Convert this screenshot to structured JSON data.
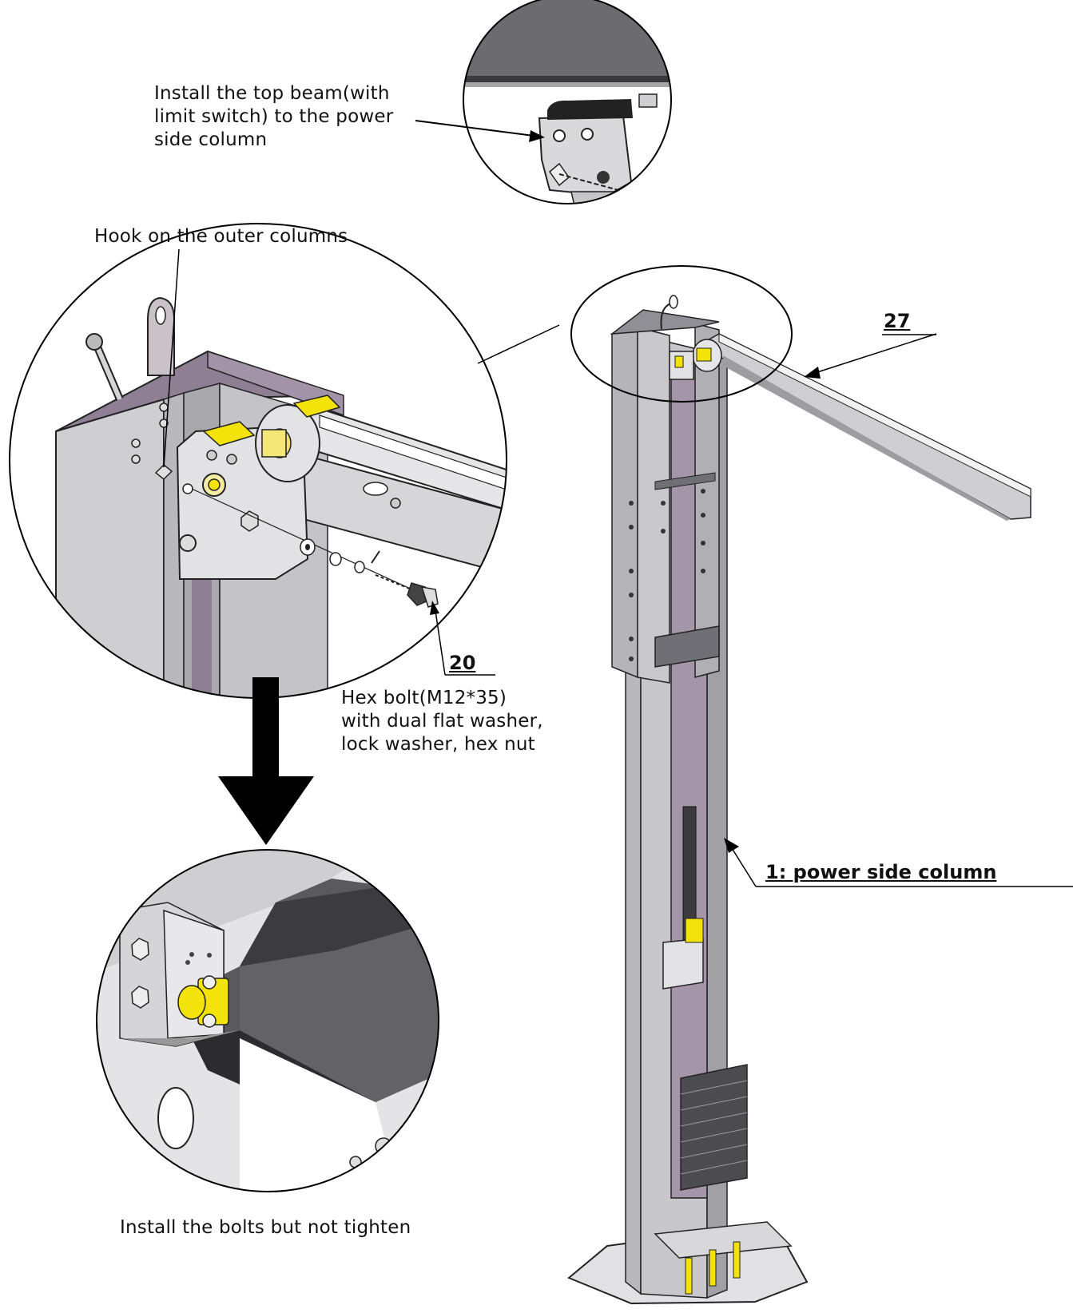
{
  "labels": {
    "top_beam": "Install the top beam(with limit switch) to the power side column",
    "top_beam_line1": "Install the top beam(with",
    "top_beam_line2": "limit switch) to the power",
    "top_beam_line3": "side column",
    "hook": "Hook on the outer columns",
    "hex_bolt_line1": "Hex bolt(M12*35)",
    "hex_bolt_line2": "with dual flat washer,",
    "hex_bolt_line3": "lock washer, hex nut",
    "install_bolts": "Install the bolts but not tighten"
  },
  "callouts": {
    "part_27": "27",
    "part_20": "20",
    "part_1": "1: power side column"
  },
  "colors": {
    "steel": "#c9c9cc",
    "steel_dark": "#8d8d93",
    "purple_shade": "#8f7f95",
    "yellow": "#f3e30a",
    "black": "#111111"
  }
}
